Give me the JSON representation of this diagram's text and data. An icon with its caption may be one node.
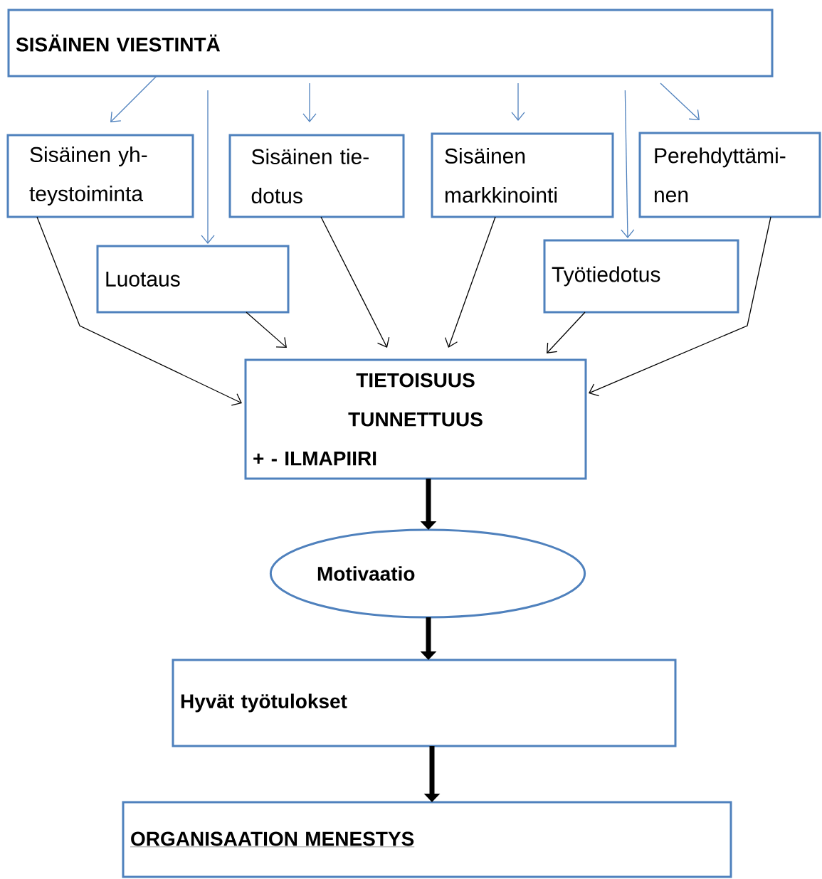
{
  "diagram": {
    "nodes": [
      {
        "text": [
          "SISÄINEN VIESTINTÄ"
        ]
      },
      {
        "text": [
          "Sisäinen yh- teystoiminta"
        ]
      },
      {
        "text": [
          "Sisäinen tie- dotus"
        ]
      },
      {
        "text": [
          "Sisäinen markkinointi"
        ]
      },
      {
        "text": [
          "Perehdyttämi- nen"
        ]
      },
      {
        "text": [
          "Luotaus"
        ]
      },
      {
        "text": [
          "Työtiedotus"
        ]
      },
      {
        "text": [
          "TIETOISUUS",
          "TUNNETTUUS",
          "+ - ILMAPIIRI"
        ]
      },
      {
        "text": [
          "Motivaatio"
        ]
      },
      {
        "text": [
          "Hyvät työtulokset"
        ]
      },
      {
        "text": [
          "ORGANISAATION MENESTYS"
        ]
      }
    ],
    "edges": [
      {
        "from": 0,
        "to": 1,
        "arrow": "to",
        "color": "#4f81bd"
      },
      {
        "from": 0,
        "to": 5,
        "arrow": "to",
        "color": "#4f81bd"
      },
      {
        "from": 0,
        "to": 2,
        "arrow": "to",
        "color": "#4f81bd"
      },
      {
        "from": 0,
        "to": 3,
        "arrow": "to",
        "color": "#4f81bd"
      },
      {
        "from": 0,
        "to": 6,
        "arrow": "to",
        "color": "#4f81bd"
      },
      {
        "from": 0,
        "to": 4,
        "arrow": "to",
        "color": "#4f81bd"
      },
      {
        "from": 1,
        "to": 7,
        "arrow": "to"
      },
      {
        "from": 5,
        "to": 7,
        "arrow": "to"
      },
      {
        "from": 2,
        "to": 7,
        "arrow": "to"
      },
      {
        "from": 3,
        "to": 7,
        "arrow": "to"
      },
      {
        "from": 6,
        "to": 7,
        "arrow": "to"
      },
      {
        "from": 4,
        "to": 7,
        "arrow": "to"
      },
      {
        "from": 7,
        "to": 8,
        "arrow": "to",
        "style": "thick"
      },
      {
        "from": 8,
        "to": 9,
        "arrow": "to",
        "style": "thick"
      },
      {
        "from": 9,
        "to": 10,
        "arrow": "to",
        "style": "thick"
      }
    ]
  }
}
